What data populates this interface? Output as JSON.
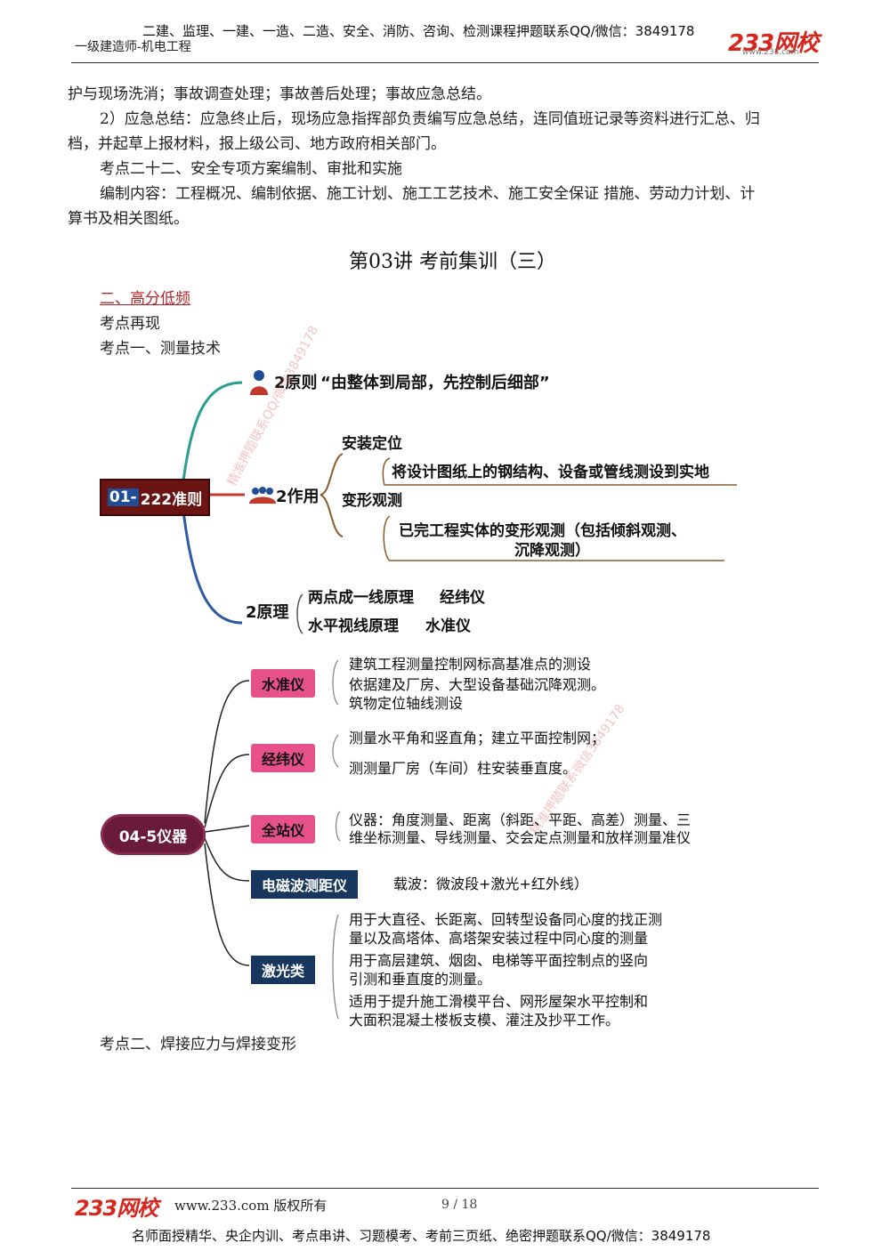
{
  "header": {
    "top_line": "二建、监理、一建、一造、二造、安全、消防、咨询、检测课程押题联系QQ/微信：3849178",
    "subtitle": "一级建造师-机电工程",
    "logo": "233网校",
    "logo_url": "www.233.com"
  },
  "body": {
    "p1": "护与现场洗消；事故调查处理；事故善后处理；事故应急总结。",
    "p2_line1": "2）应急总结：应急终止后，现场应急指挥部负责编写应急总结，连同值班记录等资料进行汇总、归",
    "p2_line2": "档，并起草上报材料，报上级公司、地方政府相关部门。",
    "p3": "考点二十二、安全专项方案编制、审批和实施",
    "p4_line1": "编制内容：工程概况、编制依据、施工计划、施工工艺技术、施工安全保证 措施、劳动力计划、计",
    "p4_line2": "算书及相关图纸。",
    "lecture_title": "第03讲  考前集训（三）",
    "section": "二、高分低频",
    "kp_recap": "考点再现",
    "kp1": "考点一、测量技术",
    "kp2": "考点二、焊接应力与焊接变形"
  },
  "mindmap1": {
    "root": "01- 222准则",
    "root_prefix": "01-",
    "root_rest": " 222准则",
    "principle": "2原则",
    "principle_text": "“由整体到局部，先控制后细部”",
    "function": "2作用",
    "install": "安装定位",
    "install_desc": "将设计图纸上的钢结构、设备或管线测设到实地",
    "deform": "变形观测",
    "deform_desc1": "已完工程实体的变形观测（包括倾斜观测、",
    "deform_desc2": "沉降观测）",
    "theory": "2原理",
    "theory1": "两点成一线原理",
    "theory1_tool": "经纬仪",
    "theory2": "水平视线原理",
    "theory2_tool": "水准仪"
  },
  "mindmap2": {
    "root": "04-5仪器",
    "level": "水准仪",
    "level_d1": "建筑工程测量控制网标高基准点的测设",
    "level_d2": "依据建及厂房、大型设备基础沉降观测。",
    "level_d3": "筑物定位轴线测设",
    "theodolite": "经纬仪",
    "theo_d1": "测量水平角和竖直角；建立平面控制网；",
    "theo_d2": "测测量厂房（车间）柱安装垂直度。",
    "total": "全站仪",
    "total_d1": "仪器：角度测量、距离（斜距、平距、高差）测量、三",
    "total_d2": "维坐标测量、导线测量、交会定点测量和放样测量准仪",
    "edm": "电磁波测距仪",
    "edm_d": "载波：微波段+激光+红外线）",
    "laser": "激光类",
    "laser_d1": "用于大直径、长距离、回转型设备同心度的找正测",
    "laser_d2": "量以及高塔体、高塔架安装过程中同心度的测量",
    "laser_d3": "用于高层建筑、烟囱、电梯等平面控制点的竖向",
    "laser_d4": "引测和垂直度的测量。",
    "laser_d5": "适用于提升施工滑模平台、网形屋架水平控制和",
    "laser_d6": "大面积混凝土楼板支模、灌注及抄平工作。"
  },
  "watermarks": {
    "w1": "精准押题联系QQ/微信3849178",
    "w2": "精准押题联系微信3849178"
  },
  "footer": {
    "logo": "233网校",
    "copyright": "www.233.com 版权所有",
    "page": "9 / 18",
    "bottom_line": "名师面授精华、央企内训、考点串讲、习题模考、考前三页纸、绝密押题联系QQ/微信：3849178"
  },
  "colors": {
    "accent_red": "#d7261e",
    "pink": "#e6518a",
    "navy": "#17375e",
    "dark_red_box": "#6b1414",
    "teal": "#2a9d8f",
    "blue": "#2c5aa0",
    "brown": "#8b5a2b"
  }
}
